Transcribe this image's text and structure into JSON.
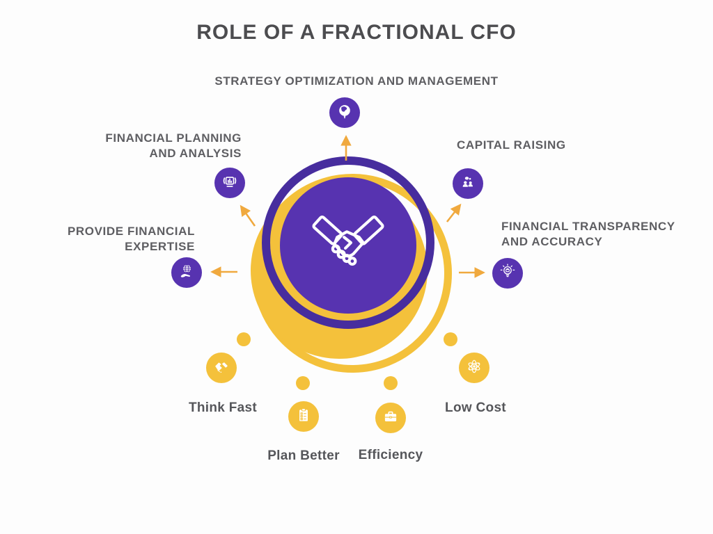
{
  "title": "ROLE OF A FRACTIONAL CFO",
  "colors": {
    "purple_circle": "#5733b0",
    "purple_ring": "#472d9e",
    "yellow": "#f4c13b",
    "arrow": "#f0a93e",
    "title_text": "#4c4c4f",
    "label_text": "#5e5e62"
  },
  "center": {
    "icon": "handshake-icon"
  },
  "roles": [
    {
      "label": "STRATEGY OPTIMIZATION AND MANAGEMENT",
      "icon": "globe-icon"
    },
    {
      "lines": [
        "FINANCIAL PLANNING",
        "AND ANALYSIS"
      ],
      "icon": "chart-presentation-icon"
    },
    {
      "label": "CAPITAL RAISING",
      "icon": "people-discussion-icon"
    },
    {
      "lines": [
        "PROVIDE FINANCIAL",
        "EXPERTISE"
      ],
      "icon": "hand-globe-icon"
    },
    {
      "lines": [
        "FINANCIAL TRANSPARENCY",
        "AND ACCURACY"
      ],
      "icon": "lightbulb-icon"
    }
  ],
  "benefits": [
    {
      "label": "Think Fast",
      "icon": "handshake-icon"
    },
    {
      "label": "Plan Better",
      "icon": "clipboard-icon"
    },
    {
      "label": "Efficiency",
      "icon": "briefcase-icon"
    },
    {
      "label": "Low Cost",
      "icon": "atom-icon"
    }
  ]
}
